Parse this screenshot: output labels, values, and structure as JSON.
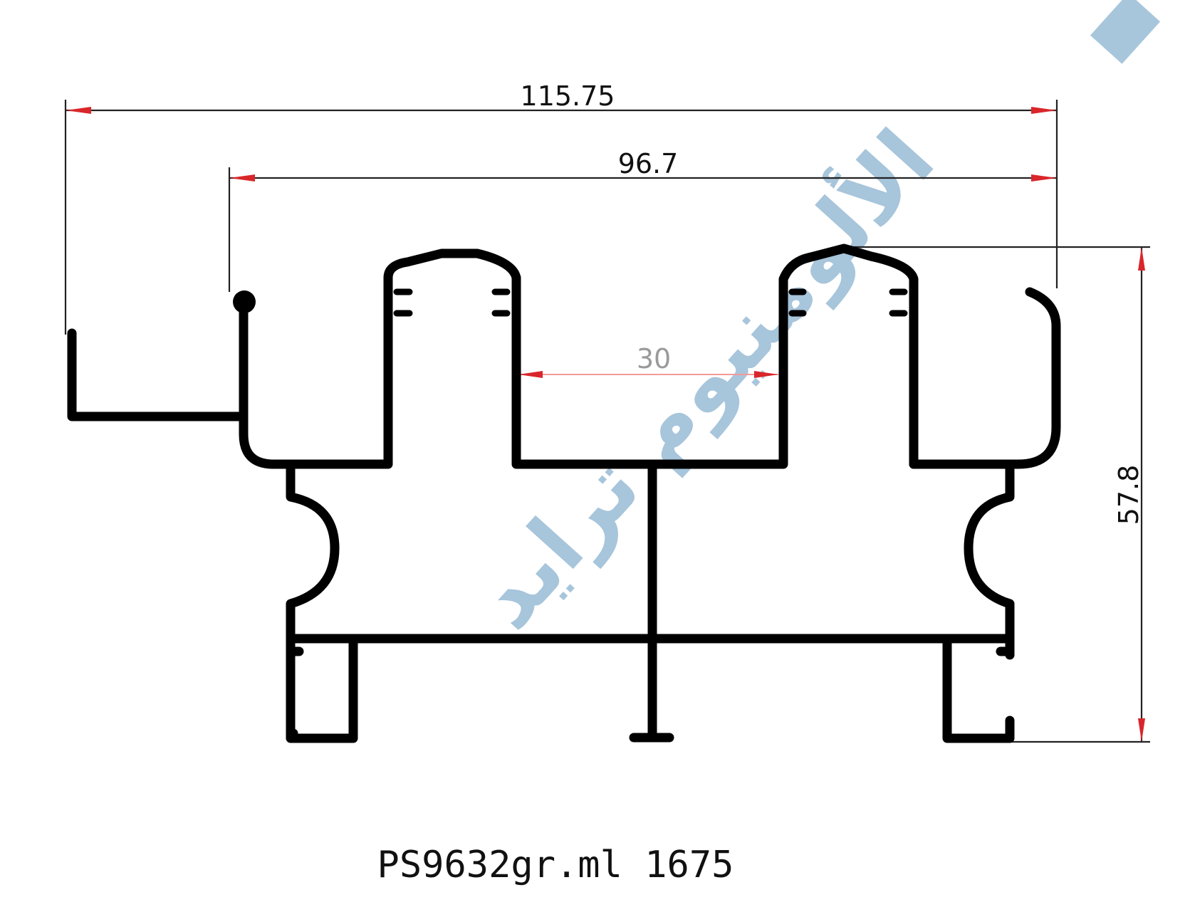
{
  "dimensions": {
    "overall_width": "115.75",
    "inner_width": "96.7",
    "gap": "30",
    "height": "57.8"
  },
  "caption": "PS9632gr.ml 1675",
  "watermark": "الألومنيوم ترايد",
  "colors": {
    "profile": "#000000",
    "dimension_line": "#222222",
    "arrow": "#d9262a",
    "inner_dimension": "#f29a9a",
    "watermark": "#8fb6d1"
  }
}
